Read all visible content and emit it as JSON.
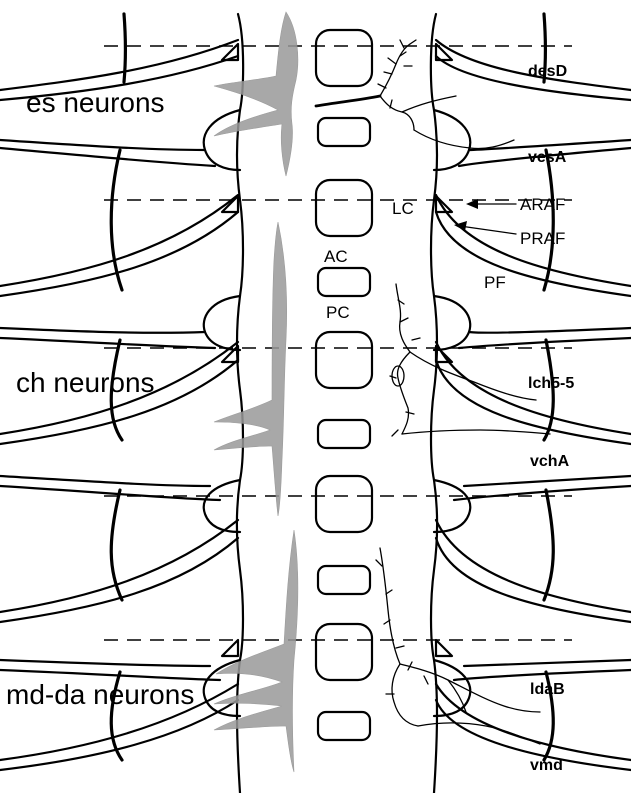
{
  "neuron_groups": {
    "es": "es neurons",
    "ch": "ch neurons",
    "md_da": "md-da neurons"
  },
  "midline_labels": {
    "ac": "AC",
    "pc": "PC",
    "lc": "LC"
  },
  "tract_labels": {
    "araf": "ARAF",
    "praf": "PRAF",
    "pf": "PF"
  },
  "nerve_labels": {
    "desD": "desD",
    "vesA": "vesA",
    "lch5_5": "lch5-5",
    "vchA": "vchA",
    "ldaB": "ldaB",
    "vmd": "vmd"
  },
  "colors": {
    "outline": "#000000",
    "projection_fill": "#9a9a9a",
    "background": "#ffffff"
  }
}
